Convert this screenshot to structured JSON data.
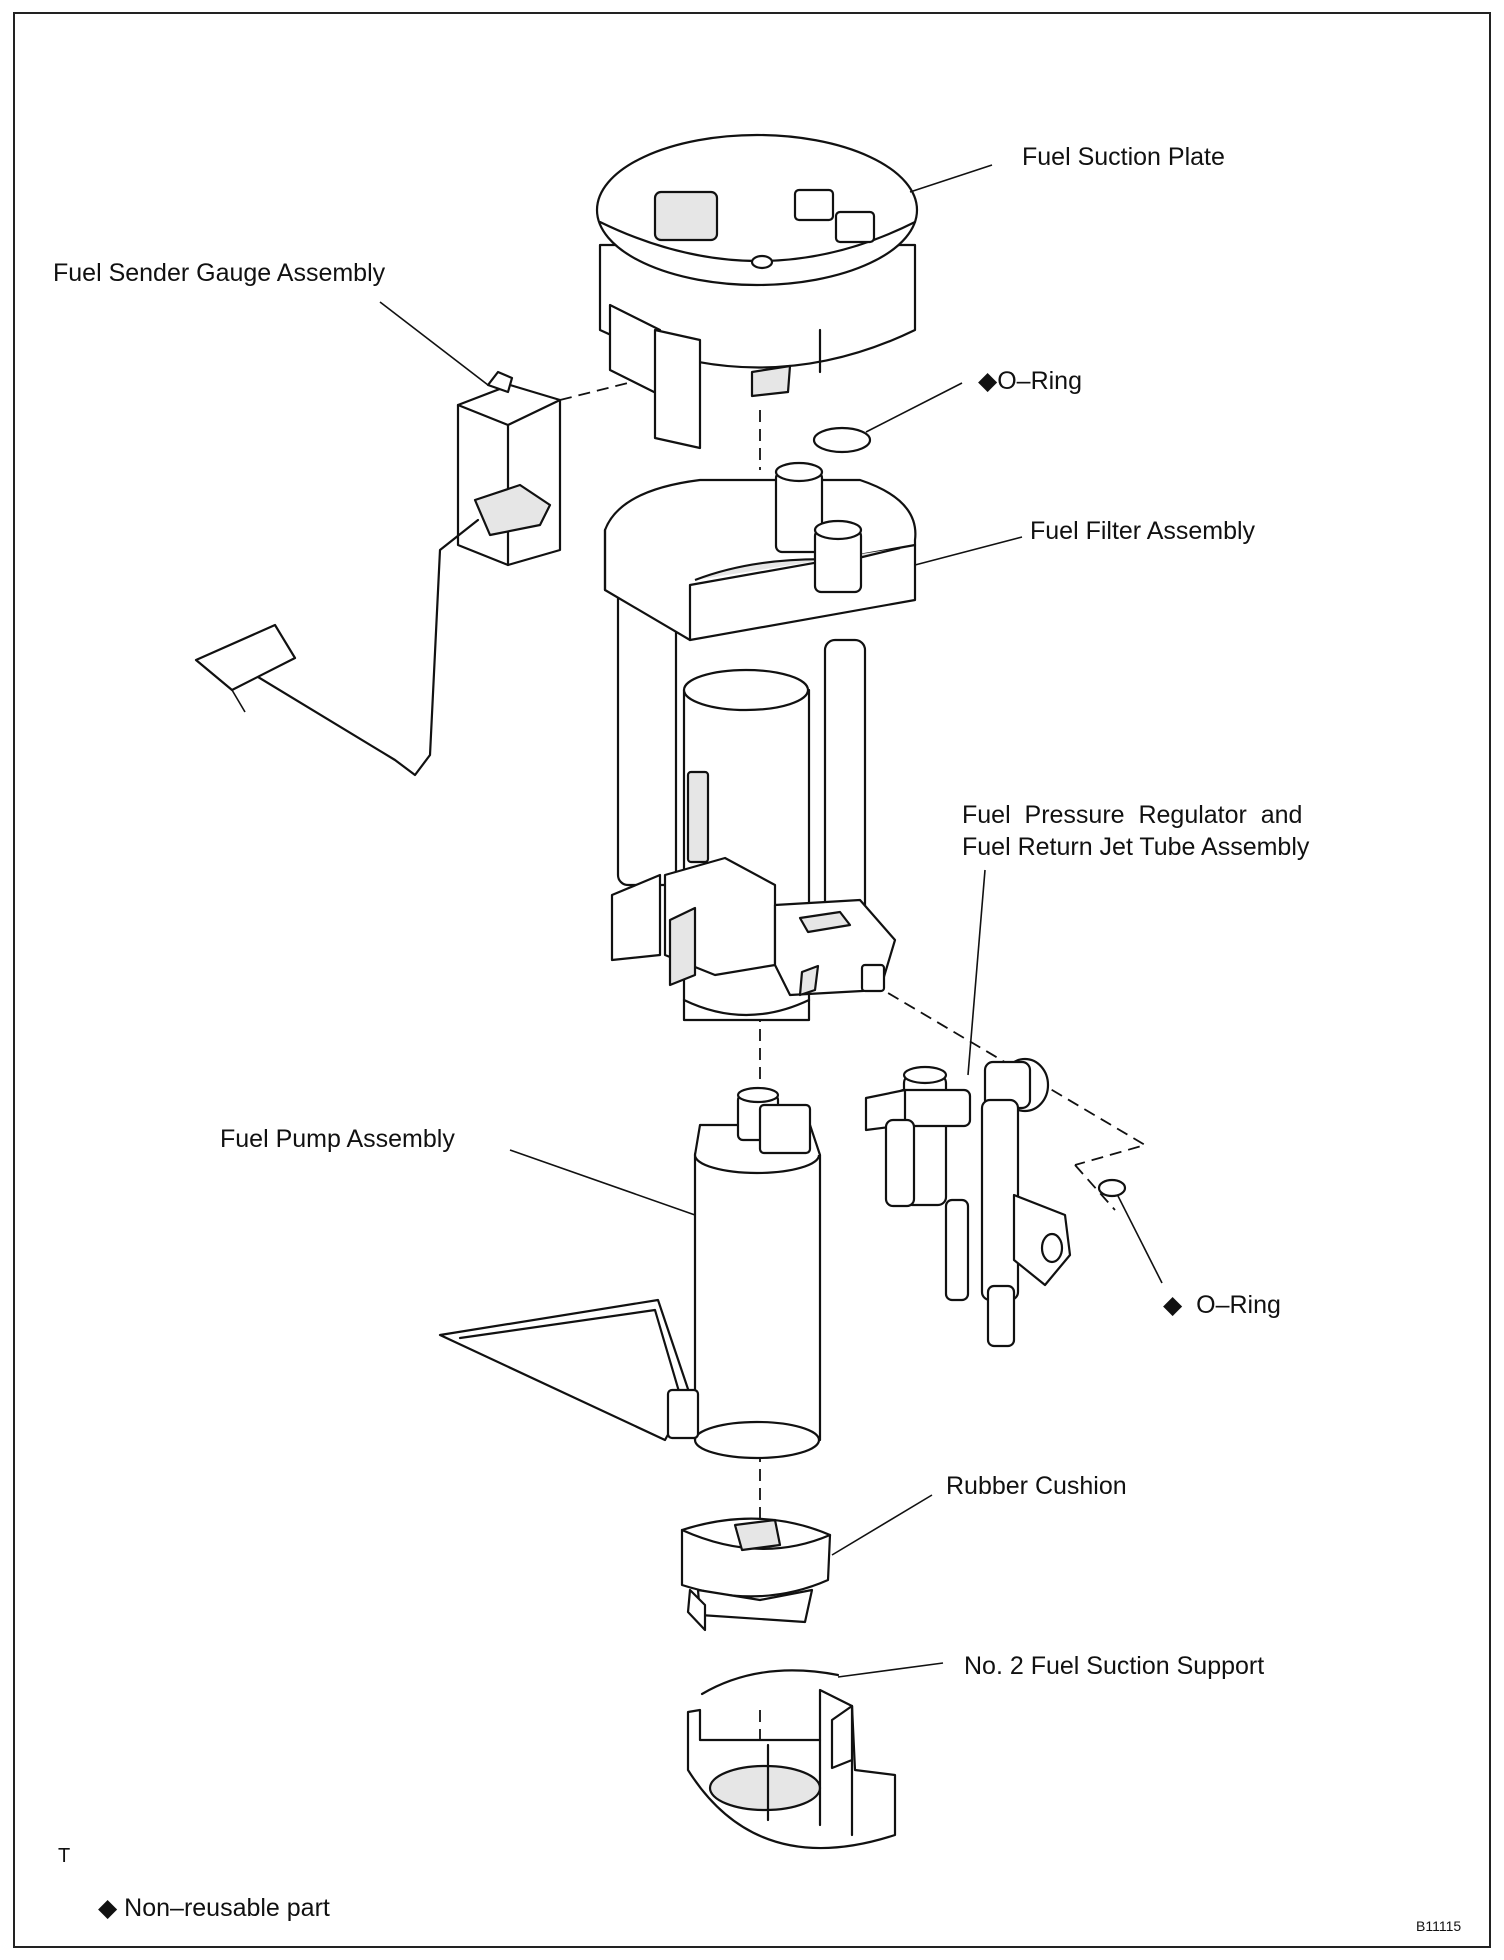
{
  "labels": {
    "fuel_suction_plate": "Fuel Suction Plate",
    "fuel_sender_gauge": "Fuel Sender Gauge Assembly",
    "o_ring_top": "◆O–Ring",
    "fuel_filter": "Fuel Filter Assembly",
    "regulator_line1": "Fuel  Pressure  Regulator  and",
    "regulator_line2": "Fuel Return Jet Tube Assembly",
    "fuel_pump": "Fuel Pump Assembly",
    "o_ring_bottom": "◆  O–Ring",
    "rubber_cushion": "Rubber Cushion",
    "suction_support": "No. 2 Fuel Suction Support",
    "corner_letter": "T",
    "legend": "◆ Non–reusable part",
    "figure_code": "B11115"
  }
}
